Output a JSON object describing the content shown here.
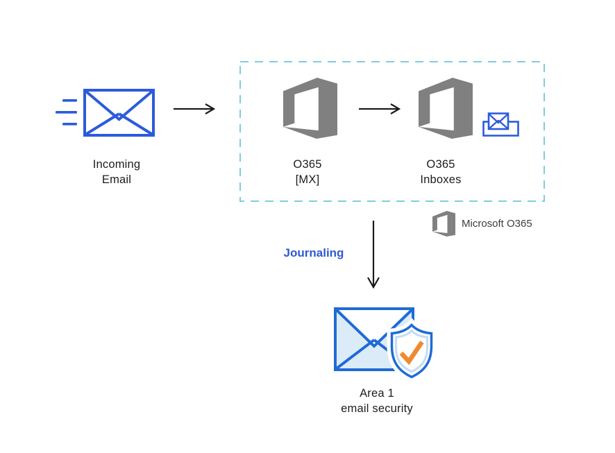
{
  "colors": {
    "envelope_blue": "#2B5BDC",
    "area1_blue": "#1F6BD6",
    "area1_fill": "#DCEBF8",
    "check_orange": "#EF8A2E",
    "office_gray": "#808080",
    "dashed_border": "#7ECCE0",
    "arrow_black": "#1A1A1A",
    "journaling_blue": "#2D5AD3",
    "text_black": "#1C1C1C",
    "legend_text": "#3C3C3C"
  },
  "nodes": {
    "incoming_email": {
      "line1": "Incoming",
      "line2": "Email"
    },
    "o365_mx": {
      "line1": "O365",
      "line2": "[MX]"
    },
    "o365_inboxes": {
      "line1": "O365",
      "line2": "Inboxes"
    },
    "area1": {
      "line1": "Area 1",
      "line2": "email security"
    }
  },
  "legend": {
    "label": "Microsoft O365"
  },
  "flow": {
    "journaling_label": "Journaling"
  }
}
